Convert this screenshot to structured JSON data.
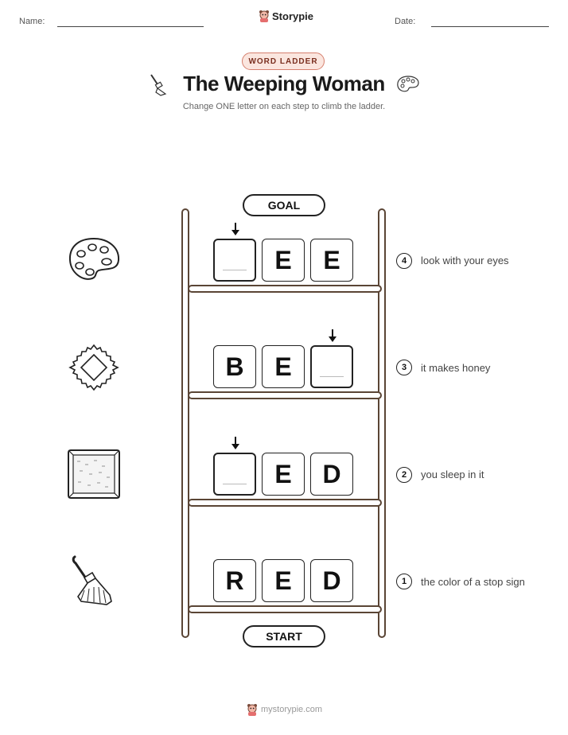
{
  "header": {
    "name_label": "Name:",
    "date_label": "Date:",
    "brand": "Storypie"
  },
  "badge": "WORD LADDER",
  "title": "The Weeping Woman",
  "subtitle": "Change ONE letter on each step to climb the ladder.",
  "ladder": {
    "goal_label": "GOAL",
    "start_label": "START",
    "steps": [
      {
        "number": "4",
        "clue": "look with your eyes",
        "letters": [
          "",
          "E",
          "E"
        ],
        "icon": "palette-icon"
      },
      {
        "number": "3",
        "clue": "it makes honey",
        "letters": [
          "B",
          "E",
          ""
        ],
        "icon": "ravioli-icon"
      },
      {
        "number": "2",
        "clue": "you sleep in it",
        "letters": [
          "",
          "E",
          "D"
        ],
        "icon": "canvas-icon"
      },
      {
        "number": "1",
        "clue": "the color of a stop sign",
        "letters": [
          "R",
          "E",
          "D"
        ],
        "icon": "paintbrush-icon"
      }
    ]
  },
  "footer": {
    "url": "mystorypie.com"
  }
}
